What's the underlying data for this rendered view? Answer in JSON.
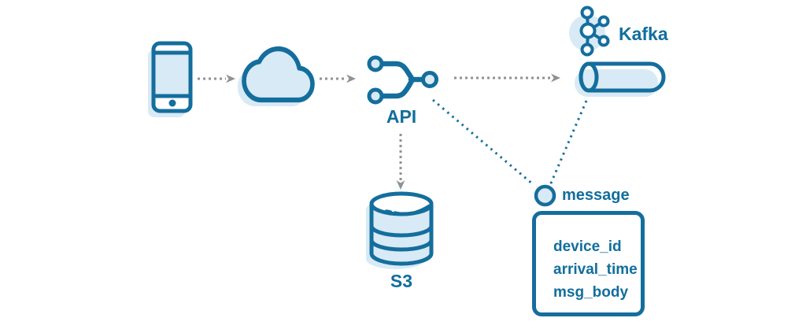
{
  "diagram": {
    "colors": {
      "stroke_blue": "#146e9d",
      "fill_light_blue": "#d8eaf5",
      "text_blue": "#116e9d",
      "arrow_gray": "#8e9293"
    },
    "nodes": {
      "phone": {
        "icon": "smartphone-icon"
      },
      "cloud": {
        "icon": "cloud-icon"
      },
      "api": {
        "icon": "api-branch-icon",
        "label": "API"
      },
      "kafka": {
        "icon": "kafka-logo-icon",
        "label": "Kafka"
      },
      "topic_pipe": {
        "icon": "pipe-icon"
      },
      "s3": {
        "icon": "database-icon",
        "label": "S3"
      },
      "message": {
        "icon": "message-circle-icon",
        "label": "message",
        "fields": [
          "device_id",
          "arrival_time",
          "msg_body"
        ]
      }
    },
    "connections": [
      {
        "from": "phone",
        "to": "cloud",
        "style": "dotted-gray-arrow"
      },
      {
        "from": "cloud",
        "to": "api",
        "style": "dotted-gray-arrow"
      },
      {
        "from": "api",
        "to": "topic_pipe",
        "style": "dotted-gray-arrow"
      },
      {
        "from": "api",
        "to": "s3",
        "style": "dotted-gray-arrow"
      },
      {
        "from": "api",
        "to": "message",
        "style": "dotted-blue-line"
      },
      {
        "from": "topic_pipe",
        "to": "message",
        "style": "dotted-blue-line"
      }
    ]
  }
}
